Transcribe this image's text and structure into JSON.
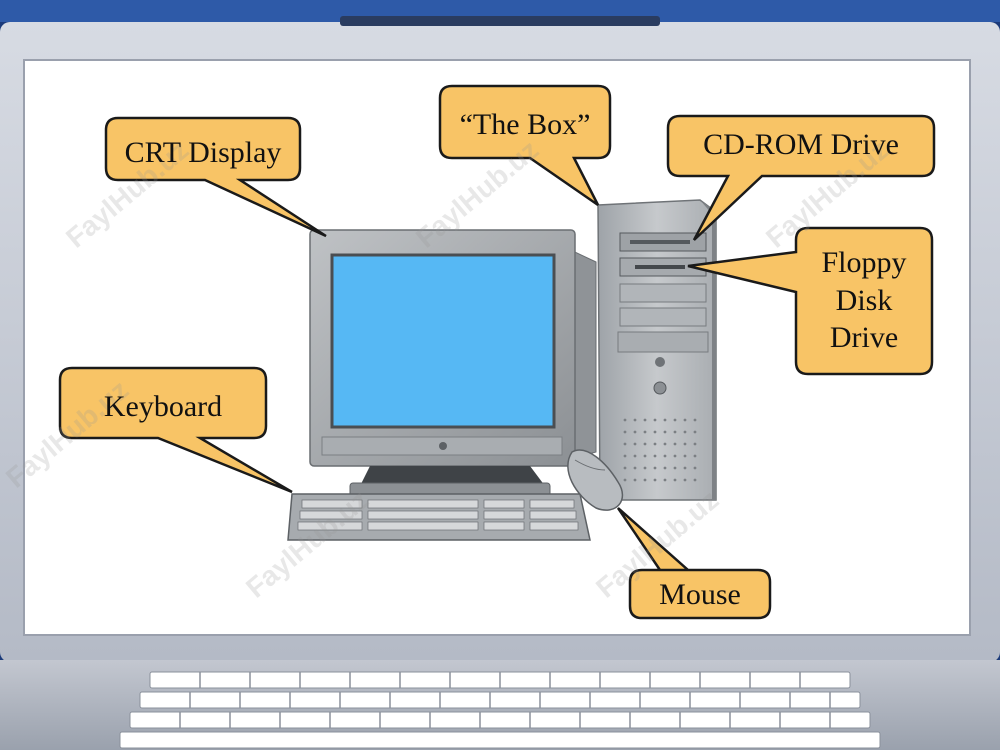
{
  "labels": {
    "crt_display": "CRT Display",
    "the_box": "“The Box”",
    "cd_rom_drive": "CD-ROM Drive",
    "floppy_line1": "Floppy",
    "floppy_line2": "Disk",
    "floppy_line3": "Drive",
    "keyboard": "Keyboard",
    "mouse": "Mouse"
  },
  "watermark": "FaylHub.uz",
  "colors": {
    "callout_fill": "#f8c466",
    "callout_stroke": "#1a1a1a",
    "crt_screen": "#56b8f4",
    "slide_bg": "#ffffff",
    "laptop_bezel": "#c9ced9",
    "desk_blue": "#1b3a7a"
  }
}
